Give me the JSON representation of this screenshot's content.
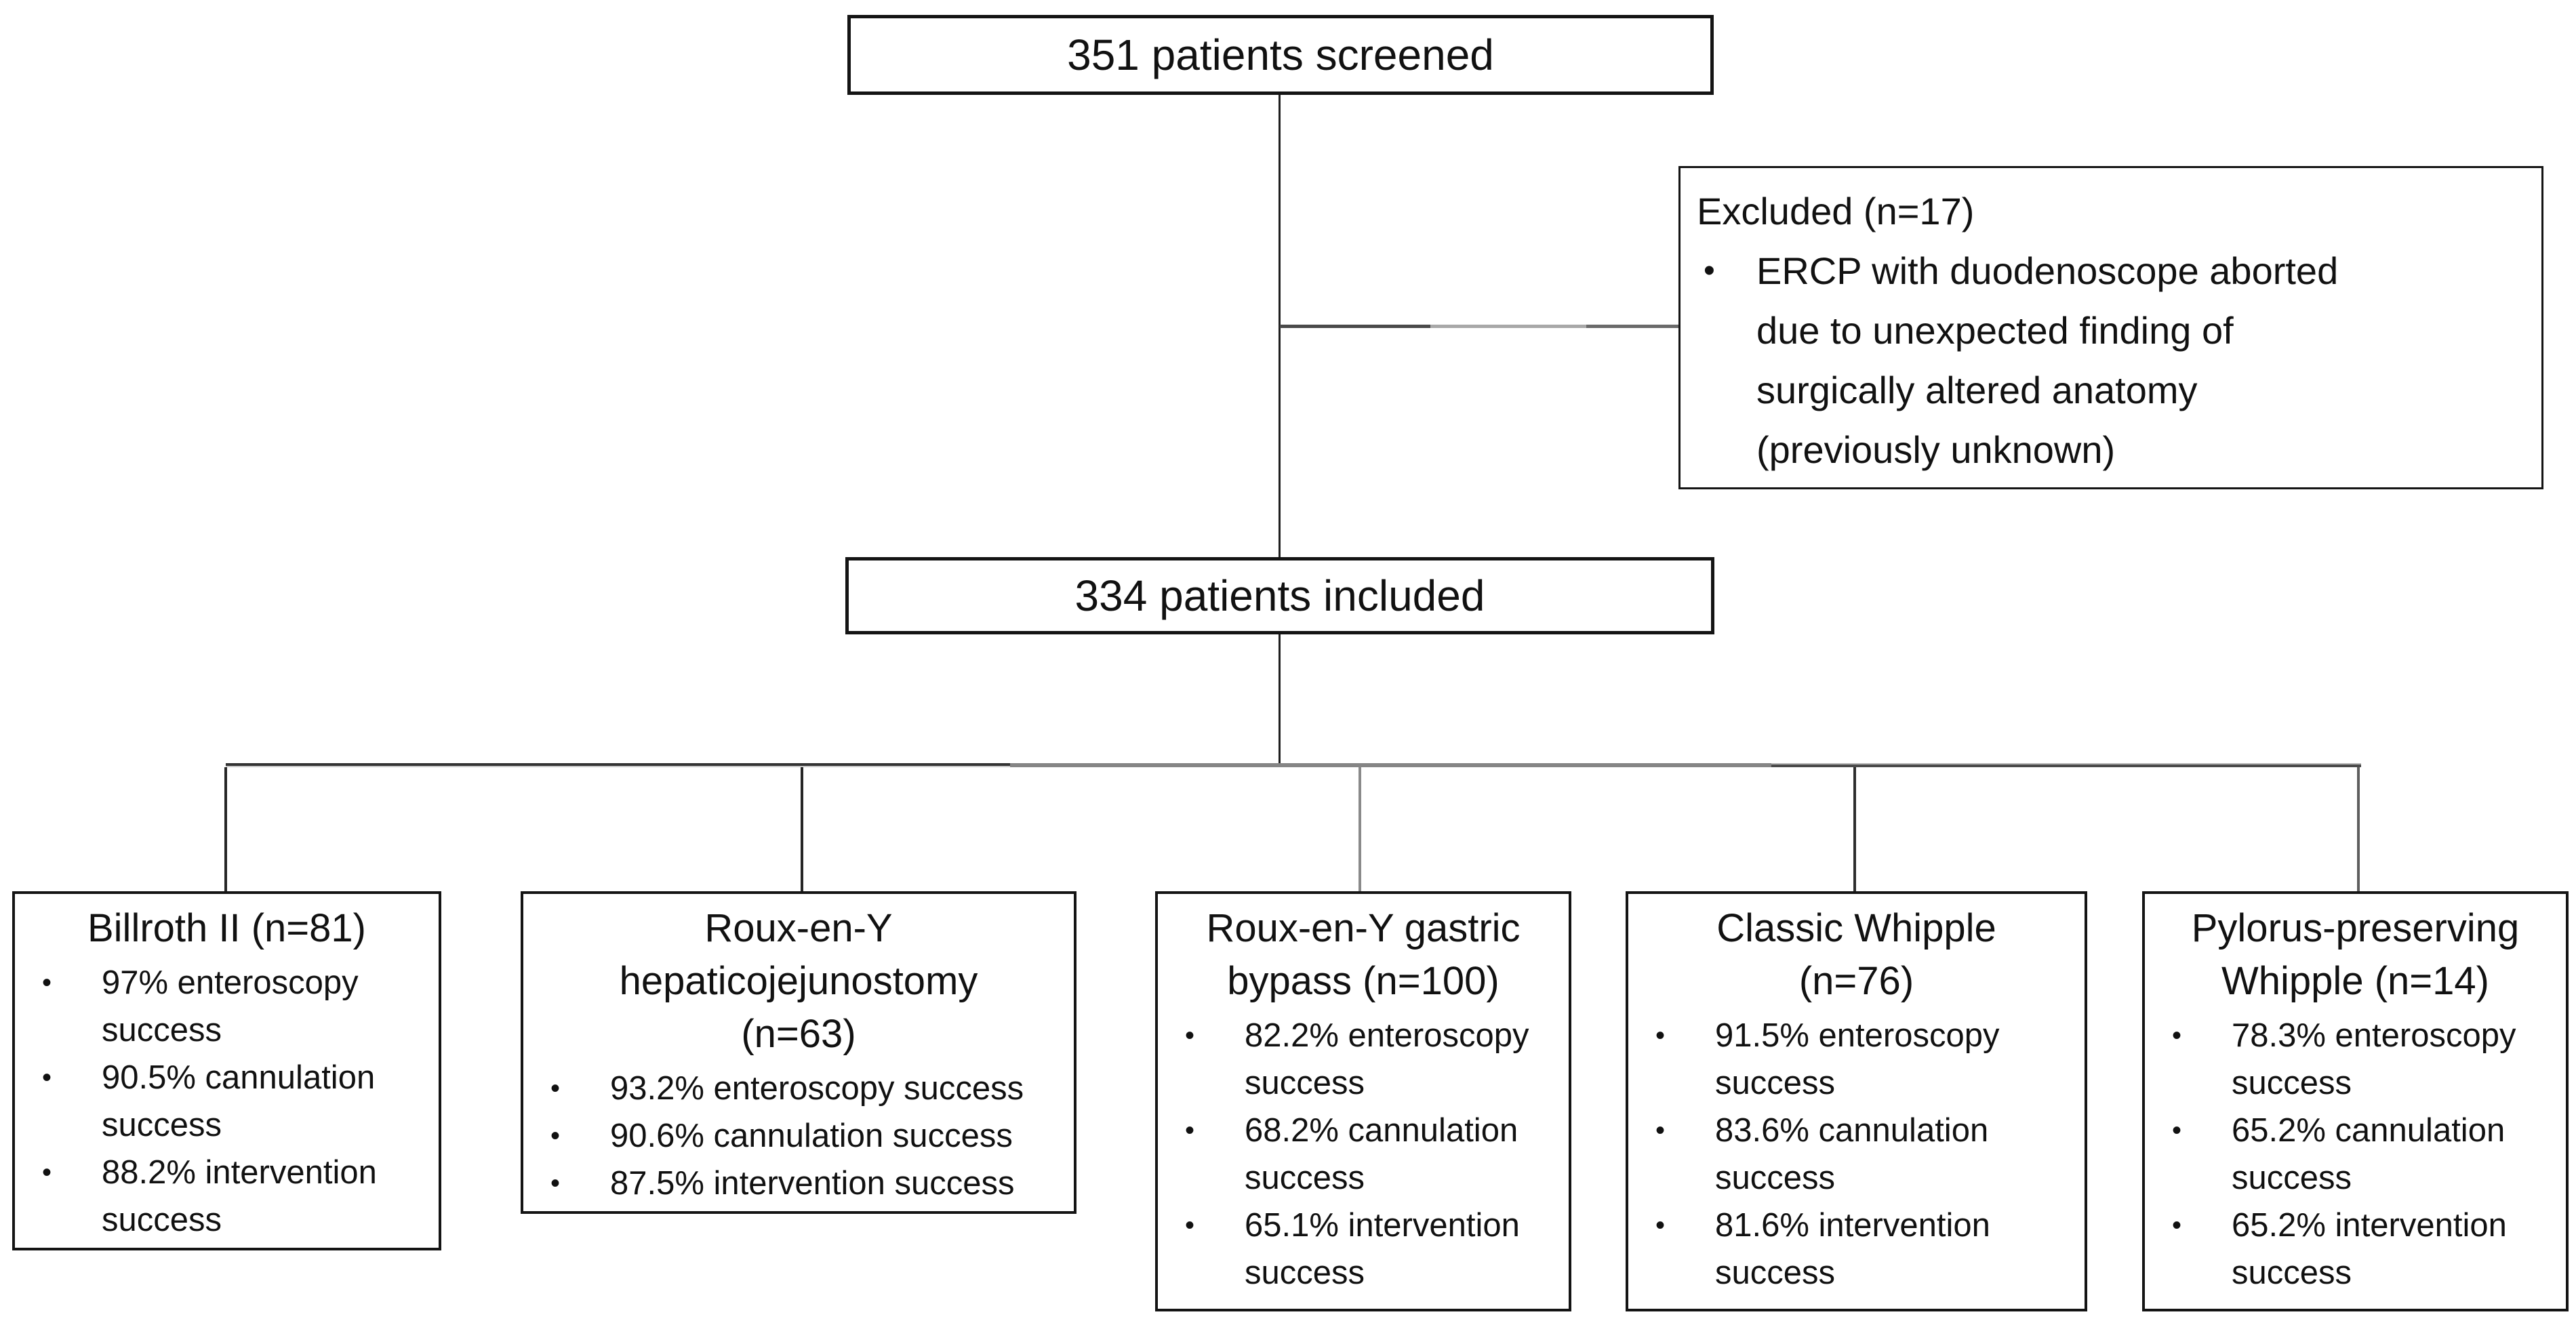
{
  "flow": {
    "screened": {
      "label": "351 patients screened"
    },
    "excluded": {
      "title": "Excluded (n=17)",
      "bullets": [
        "ERCP with duodenoscope aborted\ndue to unexpected finding of\nsurgically altered anatomy\n(previously unknown)"
      ]
    },
    "included": {
      "label": "334 patients included"
    },
    "groups": [
      {
        "title": "Billroth II (n=81)",
        "bullets": [
          "97% enteroscopy\nsuccess",
          "90.5% cannulation\nsuccess",
          "88.2% intervention\nsuccess"
        ]
      },
      {
        "title": "Roux-en-Y\nhepaticojejunostomy\n(n=63)",
        "bullets": [
          "93.2% enteroscopy success",
          "90.6% cannulation success",
          "87.5% intervention success"
        ]
      },
      {
        "title": "Roux-en-Y gastric\nbypass (n=100)",
        "bullets": [
          "82.2% enteroscopy\nsuccess",
          "68.2% cannulation\nsuccess",
          "65.1% intervention\nsuccess"
        ]
      },
      {
        "title": "Classic Whipple\n(n=76)",
        "bullets": [
          "91.5% enteroscopy\nsuccess",
          "83.6% cannulation\nsuccess",
          "81.6% intervention\nsuccess"
        ]
      },
      {
        "title": "Pylorus-preserving\nWhipple (n=14)",
        "bullets": [
          "78.3% enteroscopy\nsuccess",
          "65.2% cannulation\nsuccess",
          "65.2% intervention\nsuccess"
        ]
      }
    ],
    "colors": {
      "box_border": "#141414",
      "text": "#111111",
      "connector_dark": "#262626",
      "connector_mid": "#858585",
      "connector_light": "#b5b5b5"
    }
  }
}
